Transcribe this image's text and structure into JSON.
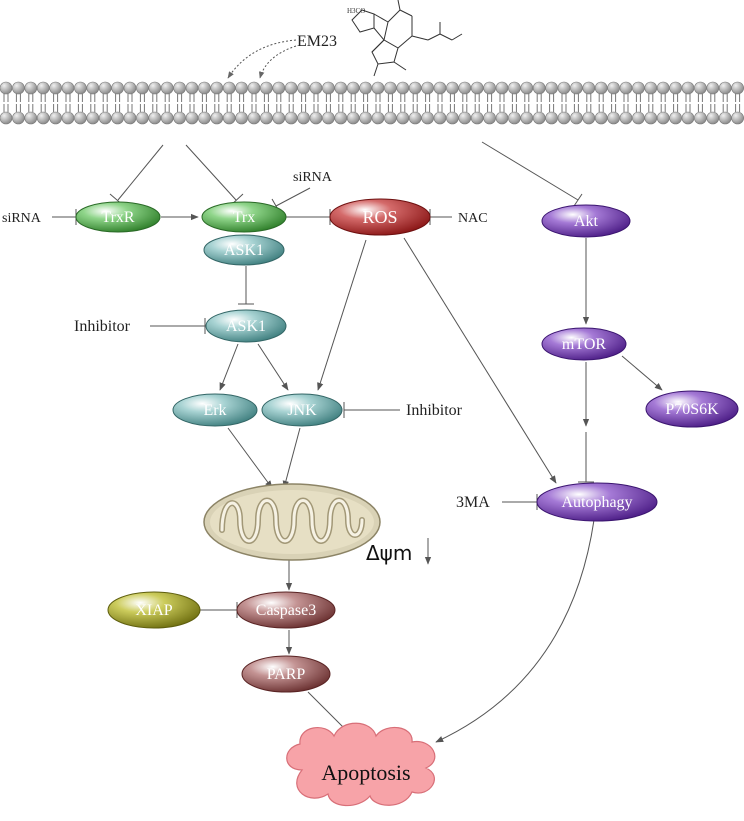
{
  "compound": {
    "name": "EM23",
    "label_h3co": "H3CO"
  },
  "nodes": {
    "trxr": "TrxR",
    "trx": "Trx",
    "ask1_bound": "ASK1",
    "ros": "ROS",
    "akt": "Akt",
    "ask1": "ASK1",
    "mtor": "mTOR",
    "erk": "Erk",
    "jnk": "JNK",
    "p70s6k": "P70S6K",
    "autophagy": "Autophagy",
    "caspase3": "Caspase3",
    "xiap": "XIAP",
    "parp": "PARP",
    "apoptosis": "Apoptosis"
  },
  "inhibitors": {
    "sirna_left": "siRNA",
    "sirna_top": "siRNA",
    "nac": "NAC",
    "inhibitor_ask1": "Inhibitor",
    "inhibitor_jnk": "Inhibitor",
    "ma3": "3MA"
  },
  "mito_label": "Δψm",
  "colors": {
    "green": "#3f9b3a",
    "teal": "#5a9c9c",
    "red": "#a82828",
    "purple": "#6a2fa8",
    "olive": "#8f8f1e",
    "maroon": "#8a4a4a",
    "pink": "#f7a3a8",
    "membrane": "#b4b4b4"
  }
}
